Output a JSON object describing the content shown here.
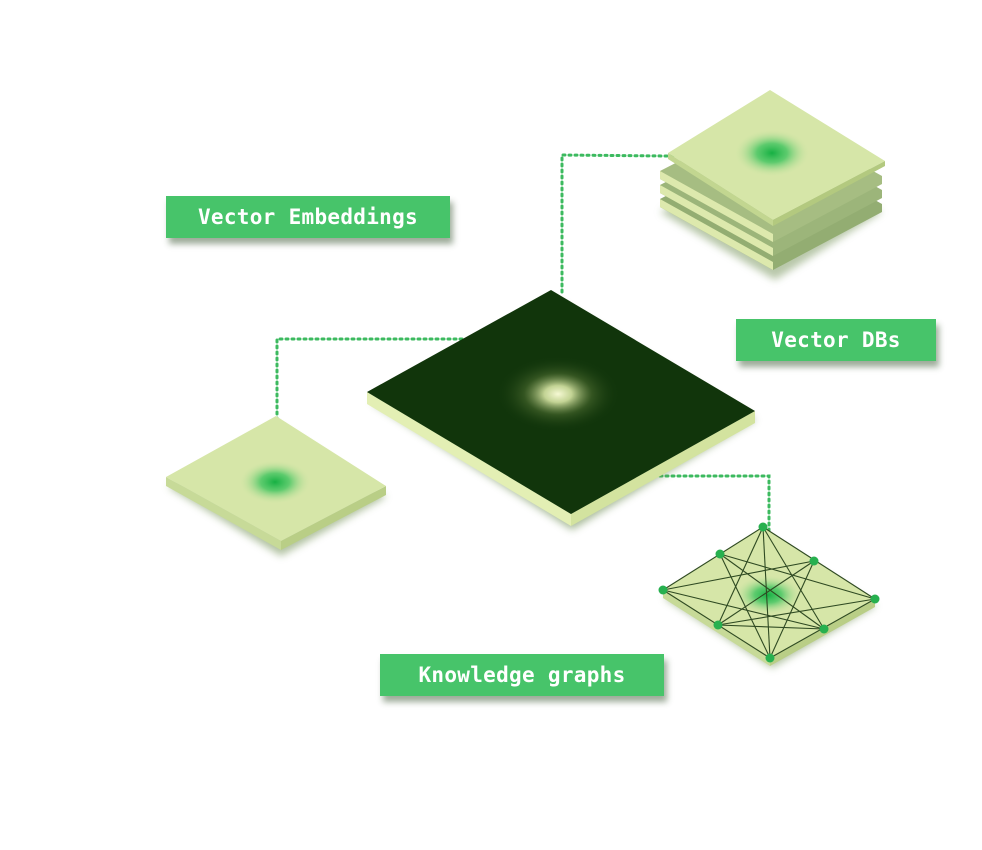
{
  "labels": {
    "vector_embeddings": "Vector Embeddings",
    "vector_dbs": "Vector DBs",
    "knowledge_graphs": "Knowledge graphs"
  },
  "colors": {
    "label_bg": "#47c46a",
    "label_text": "#ffffff",
    "center_plate_top": "#11350b",
    "center_glow": "#f0f5c8",
    "light_plate_top": "#d6e6a8",
    "plate_edge": "#e3efb4",
    "plate_shadow": "#6f8d55",
    "green_glow": "#1fb84a",
    "connector_dots": "#3cba5f",
    "graph_lines": "#2f4a22",
    "graph_nodes": "#27b04f"
  },
  "icons": {
    "center": "core-platform-plate",
    "left": "embedding-plate",
    "top_right": "stacked-database-plates",
    "bottom_right": "graph-network-plate"
  }
}
